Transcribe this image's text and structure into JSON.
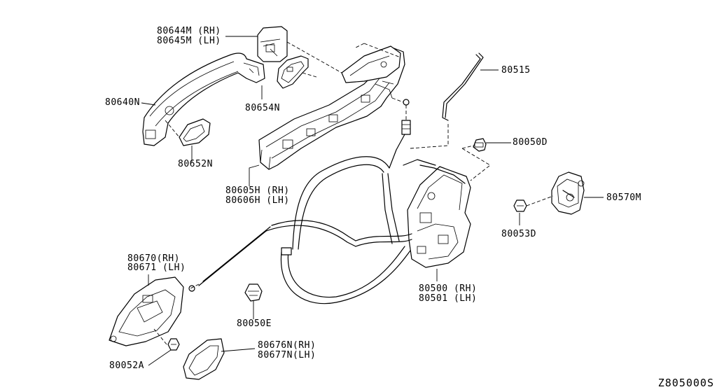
{
  "labels": {
    "p80644M": "80644M (RH)",
    "p80645M": "80645M (LH)",
    "p80640N": "80640N",
    "p80654N": "80654N",
    "p80652N": "80652N",
    "p80515": "80515",
    "p80050D": "80050D",
    "p80605H": "80605H (RH)",
    "p80606H": "80606H (LH)",
    "p80570M": "80570M",
    "p80053D": "80053D",
    "p80670": "80670(RH)",
    "p80671": "80671 (LH)",
    "p80500": "80500 (RH)",
    "p80501": "80501 (LH)",
    "p80050E": "80050E",
    "p80676N": "80676N(RH)",
    "p80677N": "80677N(LH)",
    "p80052A": "80052A"
  },
  "diagram_code": "Z805000S"
}
